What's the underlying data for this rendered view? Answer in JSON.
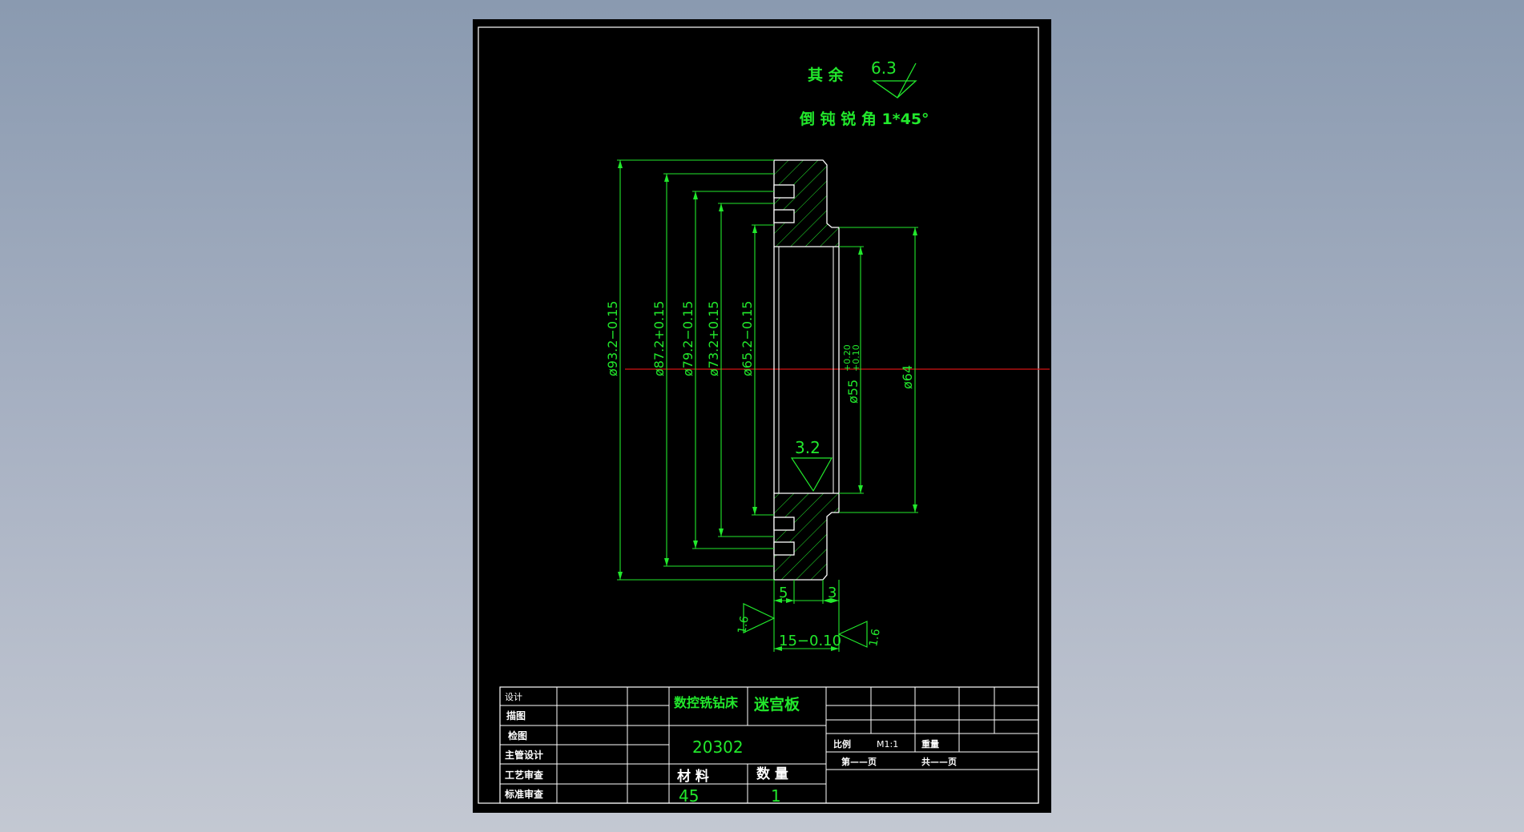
{
  "notes": {
    "remaining_label": "其 余",
    "remaining_roughness": "6.3",
    "chamfer_note": "倒 钝 锐 角 1*45°"
  },
  "dimensions": {
    "d93": "ø93.2−0.15",
    "d87": "ø87.2+0.15",
    "d79": "ø79.2−0.15",
    "d73": "ø73.2+0.15",
    "d65": "ø65.2−0.15",
    "d55": "ø55",
    "d55_tol_upper": "+0.20",
    "d55_tol_lower": "+0.10",
    "d64": "ø64",
    "w5": "5",
    "w3": "3",
    "w15": "15−0.10",
    "rough_bore": "3.2",
    "rough_left": "1.6",
    "rough_right": "1.6"
  },
  "title_block": {
    "rows": [
      "设计",
      "描图",
      "检图",
      "主管设计",
      "工艺审查",
      "标准审查"
    ],
    "product": "数控铣钻床",
    "part_name": "迷宫板",
    "drawing_number": "20302",
    "material_label": "材  料",
    "material_value": "45",
    "quantity_label": "数  量",
    "quantity_value": "1",
    "scale_label": "比例",
    "scale_value": "M1:1",
    "weight_label": "重量",
    "page_label": "第——页",
    "total_label": "共——页"
  }
}
